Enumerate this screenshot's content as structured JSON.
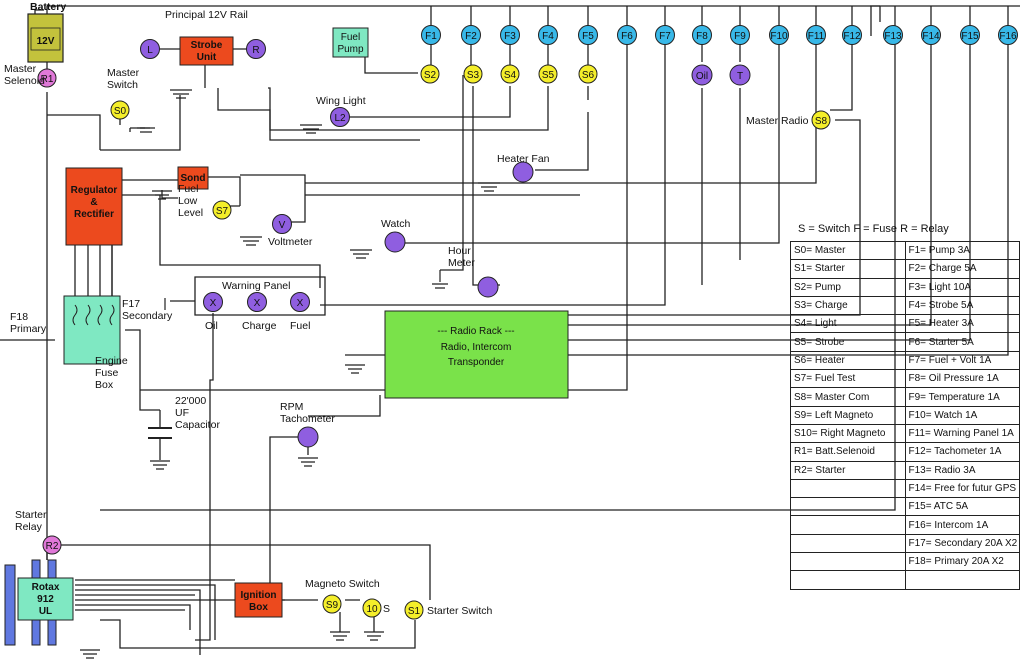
{
  "labels": {
    "battery": "Battery",
    "battery_v": "12V",
    "master_selenoid": "Master Selenoid",
    "master_switch": "Master Switch",
    "rail": "Principal 12V Rail",
    "strobe": "Strobe Unit",
    "fuel_pump": "Fuel Pump",
    "wing_light": "Wing Light",
    "master_radio": "Master Radio",
    "heater_fan": "Heater Fan",
    "regulator": "Regulator & Rectifier",
    "sond": "Sond",
    "fuel_low": "Fuel Low Level",
    "voltmeter": "Voltmeter",
    "watch": "Watch",
    "hour_meter": "Hour Meter",
    "warning_panel": "Warning Panel",
    "wp_oil": "Oil",
    "wp_charge": "Charge",
    "wp_fuel": "Fuel",
    "f18": "F18 Primary",
    "f17": "F17 Secondary",
    "engine_fuse_box": "Engine Fuse Box",
    "radio_rack": "--- Radio Rack ---",
    "radio_rack_2": "Radio, Intercom",
    "radio_rack_3": "Transponder",
    "capacitor": "22'000 UF Capacitor",
    "rpm": "RPM Tachometer",
    "starter_relay": "Starter Relay",
    "rotax": "Rotax 912 UL",
    "ignition": "Ignition Box",
    "magneto_switch": "Magneto Switch",
    "starter_switch": "Starter Switch",
    "s10_suffix": "S"
  },
  "components": {
    "fuses": [
      "F1",
      "F2",
      "F3",
      "F4",
      "F5",
      "F6",
      "F7",
      "F8",
      "F9",
      "F10",
      "F11",
      "F12",
      "F13",
      "F14",
      "F15",
      "F16"
    ],
    "switches": [
      "S0",
      "S1",
      "S2",
      "S3",
      "S4",
      "S5",
      "S6",
      "S7",
      "S8",
      "S9",
      "10"
    ],
    "relays": [
      "R1",
      "R2"
    ],
    "indicators": [
      "L",
      "R",
      "L2",
      "V",
      "Oil",
      "T",
      "X"
    ]
  },
  "legend": {
    "title": "S = Switch   F = Fuse   R = Relay",
    "rows": [
      [
        "S0= Master",
        "F1= Pump 3A"
      ],
      [
        "S1= Starter",
        "F2= Charge 5A"
      ],
      [
        "S2= Pump",
        "F3= Light 10A"
      ],
      [
        "S3= Charge",
        "F4= Strobe 5A"
      ],
      [
        "S4= Light",
        "F5= Heater 3A"
      ],
      [
        "S5= Strobe",
        "F6= Starter 5A"
      ],
      [
        "S6= Heater",
        "F7= Fuel + Volt 1A"
      ],
      [
        "S7= Fuel Test",
        "F8= Oil Pressure 1A"
      ],
      [
        "S8= Master Com",
        "F9= Temperature 1A"
      ],
      [
        "S9= Left Magneto",
        "F10= Watch 1A"
      ],
      [
        "S10= Right Magneto",
        "F11= Warning Panel 1A"
      ],
      [
        "R1= Batt.Selenoid",
        "F12= Tachometer 1A"
      ],
      [
        "R2= Starter",
        "F13= Radio 3A"
      ],
      [
        "",
        "F14= Free for futur GPS"
      ],
      [
        "",
        "F15= ATC 5A"
      ],
      [
        "",
        "F16= Intercom 1A"
      ],
      [
        "",
        "F17= Secondary 20A X2"
      ],
      [
        "",
        "F18= Primary 20A X2"
      ],
      [
        "",
        ""
      ]
    ]
  },
  "colors": {
    "fuse": "#38b8e8",
    "switch": "#f4ee2a",
    "relay": "#e078d8",
    "indicator": "#8f5ee0",
    "red_box": "#ec4a1e",
    "green_box": "#7ae24a",
    "mint_box": "#7fe8c2",
    "battery": "#c3c23c",
    "engine_blue": "#6078e0"
  }
}
